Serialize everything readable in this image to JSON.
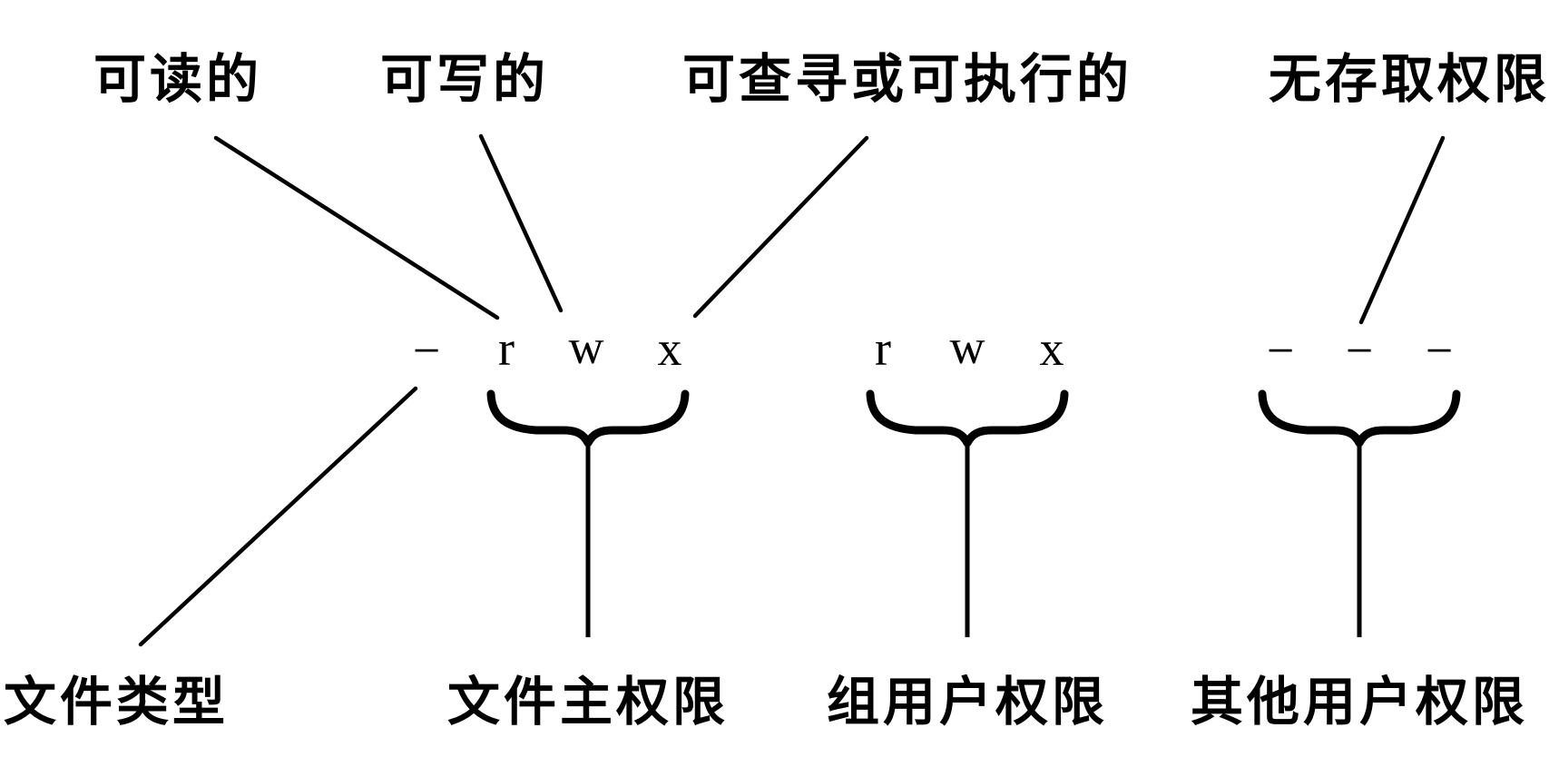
{
  "diagram": {
    "description": "Unix file permission string explanation diagram",
    "top_labels": {
      "readable": "可读的",
      "writable": "可写的",
      "searchable_or_executable": "可查寻或可执行的",
      "no_access": "无存取权限"
    },
    "permission_string": {
      "file_type_char": "−",
      "owner_bits": [
        "r",
        "w",
        "x"
      ],
      "group_bits": [
        "r",
        "w",
        "x"
      ],
      "other_bits": [
        "−",
        "−",
        "−"
      ]
    },
    "bottom_labels": {
      "file_type": "文件类型",
      "owner_permissions": "文件主权限",
      "group_permissions": "组用户权限",
      "other_permissions": "其他用户权限"
    },
    "colors": {
      "foreground": "#000000",
      "background": "#ffffff"
    }
  }
}
